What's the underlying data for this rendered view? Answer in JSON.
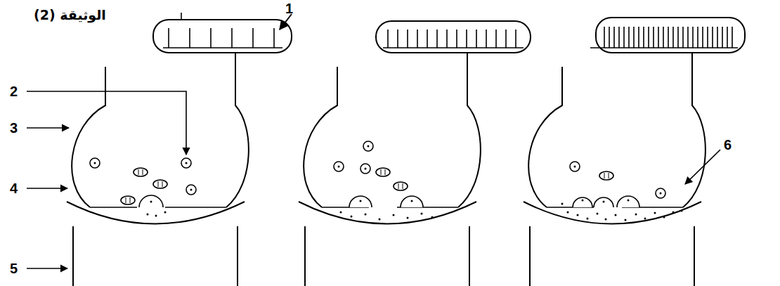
{
  "diagram": {
    "title": "الوثيقة (2)",
    "labels": [
      "1",
      "2",
      "3",
      "4",
      "5",
      "6"
    ]
  }
}
